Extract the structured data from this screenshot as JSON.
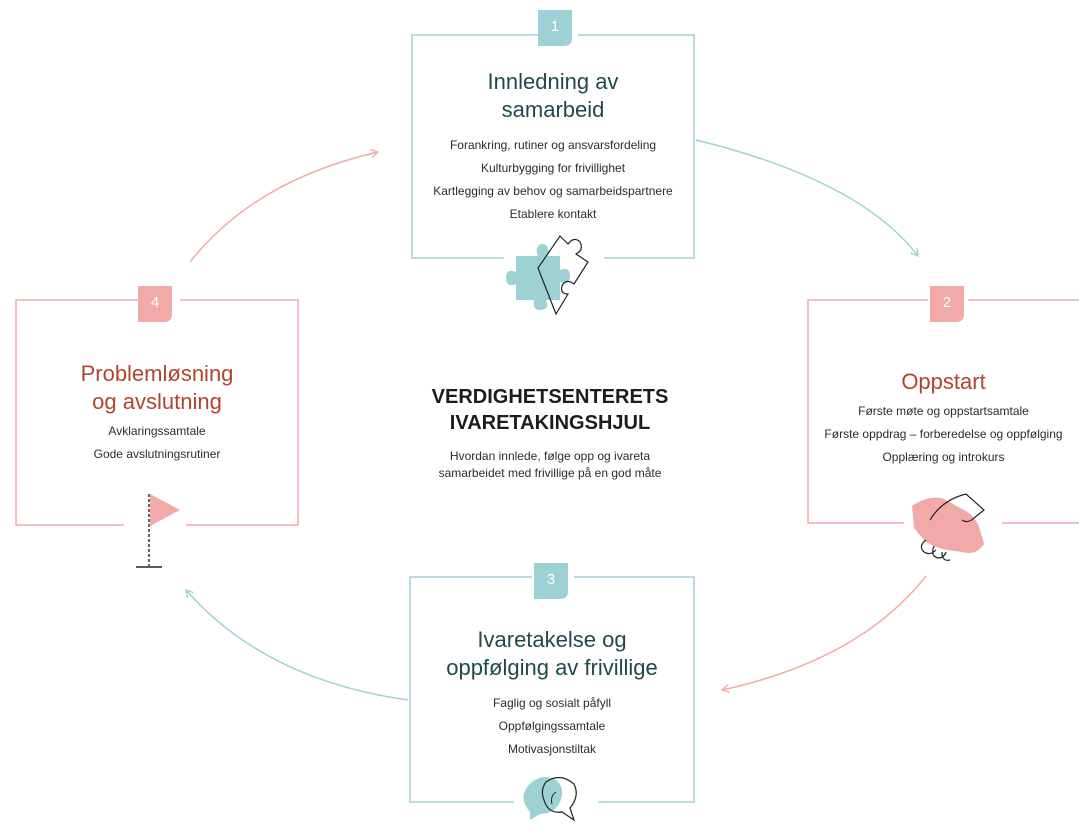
{
  "colors": {
    "teal": "#9ed1d6",
    "teal_dark": "#1f4a4c",
    "coral": "#f1aaa8",
    "red_title": "#b1442d"
  },
  "center": {
    "title_line1": "VERDIGHETSENTERETS",
    "title_line2": "IVARETAKINGSHJUL",
    "desc_line1": "Hvordan innlede, følge opp og ivareta",
    "desc_line2": "samarbeidet med frivillige på en god måte"
  },
  "cards": [
    {
      "number": "1",
      "title_line1": "Innledning av",
      "title_line2": "samarbeid",
      "items": [
        "Forankring, rutiner og ansvarsfordeling",
        "Kulturbygging for frivillighet",
        "Kartlegging av behov og samarbeidspartnere",
        "Etablere kontakt"
      ],
      "icon": "puzzle-icon"
    },
    {
      "number": "2",
      "title_line1": "Oppstart",
      "title_line2": "",
      "items": [
        "Første møte  og oppstartsamtale",
        "Første oppdrag – forberedelse og oppfølging",
        "Opplæring og introkurs"
      ],
      "icon": "handshake-icon"
    },
    {
      "number": "3",
      "title_line1": "Ivaretakelse og",
      "title_line2": "oppfølging av frivillige",
      "items": [
        "Faglig og sosialt påfyll",
        "Oppfølgingssamtale",
        "Motivasjonstiltak"
      ],
      "icon": "speech-bubble-icon"
    },
    {
      "number": "4",
      "title_line1": "Problemløsning",
      "title_line2": "og avslutning",
      "items": [
        "Avklaringssamtale",
        "Gode avslutningsrutiner"
      ],
      "icon": "flag-icon"
    }
  ]
}
